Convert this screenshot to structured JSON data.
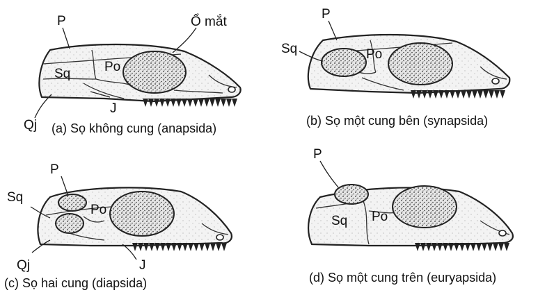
{
  "panels": [
    {
      "id": "a",
      "caption": "(a) Sọ không cung (anapsida)",
      "labels": {
        "P": "P",
        "Sq": "Sq",
        "Po": "Po",
        "orbit": "Ổ mắt",
        "J": "J",
        "Qj": "Qj"
      },
      "openings": 0
    },
    {
      "id": "b",
      "caption": "(b) Sọ một cung bên (synapsida)",
      "labels": {
        "P": "P",
        "Sq": "Sq",
        "Po": "Po"
      },
      "openings": 1
    },
    {
      "id": "c",
      "caption": "(c) Sọ hai cung (diapsida)",
      "labels": {
        "P": "P",
        "Sq": "Sq",
        "Po": "Po",
        "Qj": "Qj",
        "J": "J"
      },
      "openings": 2
    },
    {
      "id": "d",
      "caption": "(d) Sọ một cung trên (euryapsida)",
      "labels": {
        "P": "P",
        "Sq": "Sq",
        "Po": "Po"
      },
      "openings": 1
    }
  ],
  "colors": {
    "line": "#222222",
    "fill": "#f2f2f2",
    "stipple": "#333333"
  }
}
